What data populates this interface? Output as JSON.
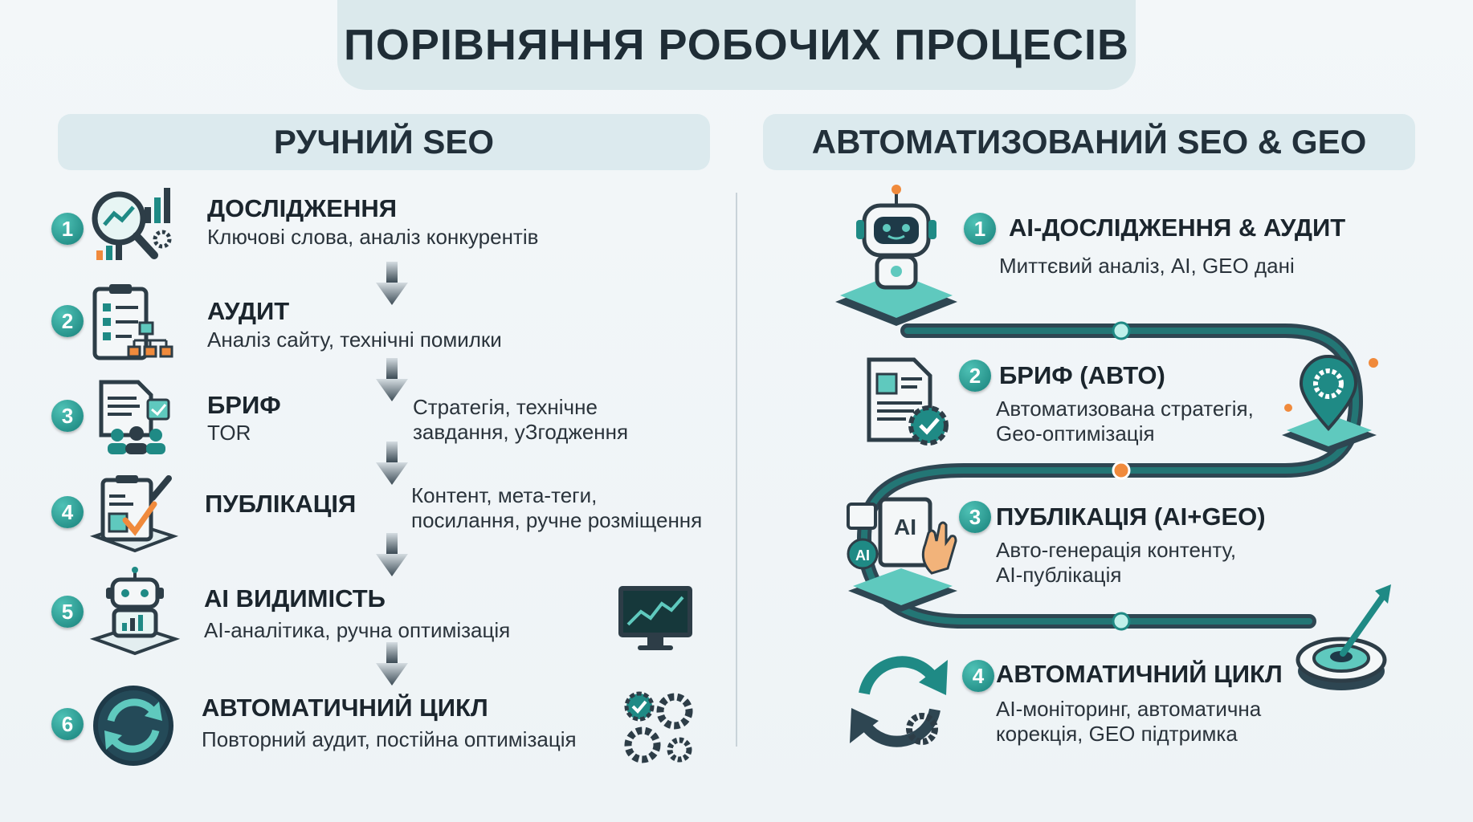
{
  "title": "ПОРІВНЯННЯ РОБОЧИХ ПРОЦЕСІВ",
  "left": {
    "heading": "РУЧНИЙ SEO",
    "steps": [
      {
        "num": "1",
        "title": "ДОСЛІДЖЕННЯ",
        "desc": "Ключові слова, аналіз конкурентів",
        "note1": "",
        "note2": "",
        "icon": "magnifier-chart-icon"
      },
      {
        "num": "2",
        "title": "АУДИТ",
        "desc": "Аналіз сайту, технічні помилки",
        "note1": "",
        "note2": "",
        "icon": "clipboard-checklist-icon"
      },
      {
        "num": "3",
        "title": "БРИФ",
        "desc": "TOR",
        "note1": "Стратегія, технічне",
        "note2": "завдання, уЗгодження",
        "icon": "document-team-icon"
      },
      {
        "num": "4",
        "title": "ПУБЛІКАЦІЯ",
        "desc": "",
        "note1": "Контент, мета-теги,",
        "note2": "посилання, ручне розміщення",
        "icon": "publish-check-icon"
      },
      {
        "num": "5",
        "title": "AI ВИДИМІСТЬ",
        "desc": "AI-аналітика, ручна оптимізація",
        "note1": "",
        "note2": "",
        "icon": "robot-analytics-icon"
      },
      {
        "num": "6",
        "title": "АВТОМАТИЧНИЙ ЦИКЛ",
        "desc": "Повторний аудит, постійна оптимізація",
        "note1": "",
        "note2": "",
        "icon": "refresh-cycle-icon"
      }
    ]
  },
  "right": {
    "heading": "АВТОМАТИЗОВАНИЙ SEO & GEO",
    "steps": [
      {
        "num": "1",
        "title": "AI-ДОСЛІДЖЕННЯ & АУДИТ",
        "desc1": "Миттєвий аналіз, AI, GEO дані",
        "desc2": "",
        "icon": "robot-platform-icon"
      },
      {
        "num": "2",
        "title": "БРИФ (АВТО)",
        "desc1": "Автоматизована стратегія,",
        "desc2": "Geo-оптимізація",
        "icon": "document-gear-icon"
      },
      {
        "num": "3",
        "title": "ПУБЛІКАЦІЯ (AI+GEO)",
        "desc1": "Авто-генерація контенту,",
        "desc2": "AI-публікація",
        "icon": "ai-document-hand-icon"
      },
      {
        "num": "4",
        "title": "АВТОМАТИЧНИЙ ЦИКЛ",
        "desc1": "AI-моніторинг, автоматична",
        "desc2": "корекція, GEO підтримка",
        "icon": "cycle-gear-icon"
      }
    ],
    "icon_labels": {
      "ai_doc": "AI",
      "ai_badge": "AI"
    }
  },
  "colors": {
    "teal": "#1f8a85",
    "teal_light": "#5fc9be",
    "dark": "#2d3d47",
    "orange": "#f08a3c",
    "header_bg": "#dceaee"
  }
}
